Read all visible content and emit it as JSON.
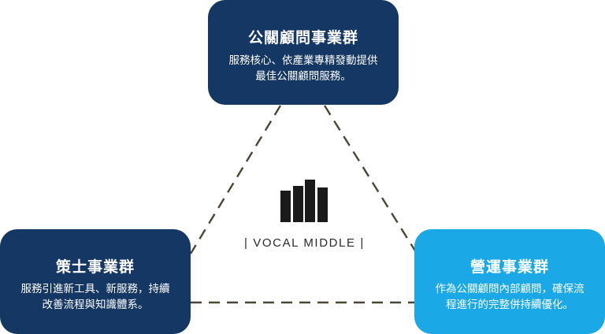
{
  "nodes": {
    "top": {
      "title": "公關顧問事業群",
      "description": [
        "服務核心、依產業專精發動提供",
        "最佳公關顧問服務。"
      ]
    },
    "left": {
      "title": "策士事業群",
      "description": [
        "服務引進新工具、新服務，持續",
        "改善流程與知識體系。"
      ]
    },
    "right": {
      "title": "營運事業群",
      "description": [
        "作為公關顧問內部顧問，確保流",
        "程進行的完整併持續優化。"
      ]
    }
  },
  "logo": {
    "text": "| VOCAL MIDDLE |"
  },
  "colors": {
    "navy": "#143763",
    "sky": "#1aa8e6",
    "connector": "#4a4636",
    "logo": "#1a1a1a"
  }
}
